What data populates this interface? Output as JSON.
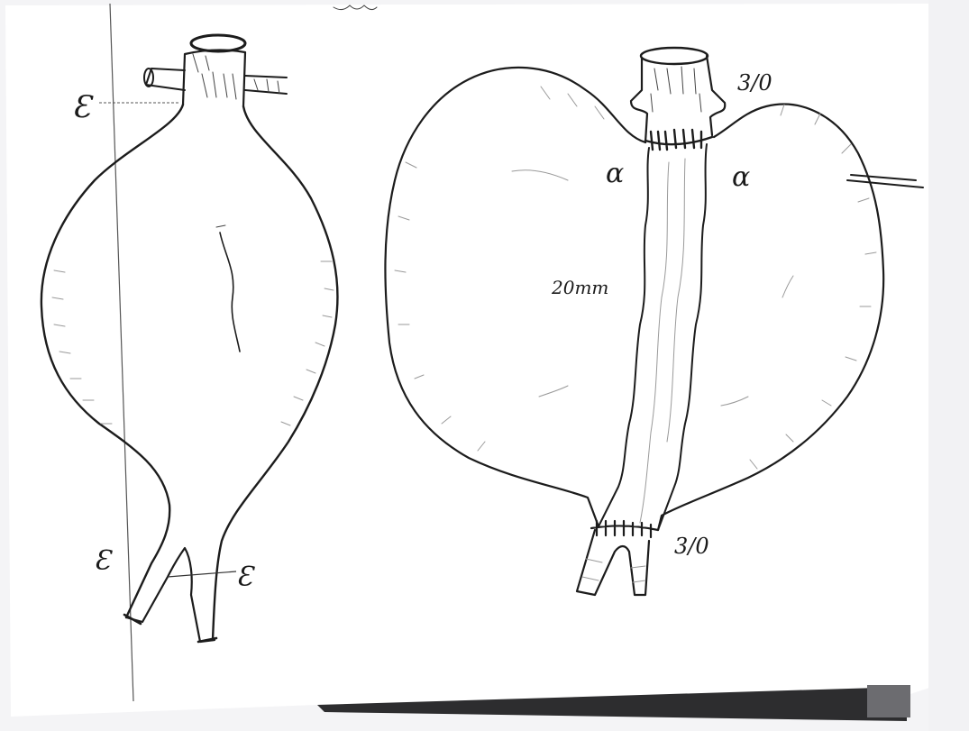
{
  "labels": {
    "left_top_mark": "Ɛ",
    "left_bottom_left_mark": "Ɛ",
    "left_bottom_right_mark": "Ɛ",
    "suture_top": "3/0",
    "suture_bottom": "3/0",
    "graft_size": "20mm",
    "alpha_left": "α",
    "alpha_right": "α"
  }
}
